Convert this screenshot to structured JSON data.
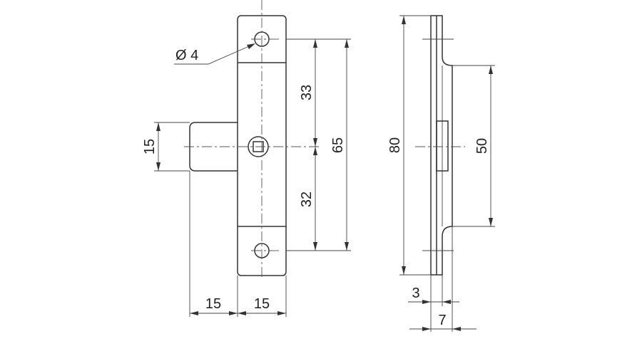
{
  "front_view": {
    "hole_diameter_label": "Ø 4",
    "dim_33": "33",
    "dim_32": "32",
    "dim_65": "65",
    "dim_15_height": "15",
    "dim_15_bolt": "15",
    "dim_15_plate": "15"
  },
  "side_view": {
    "dim_80": "80",
    "dim_50": "50",
    "dim_3": "3",
    "dim_7": "7"
  },
  "colors": {
    "line": "#333333",
    "background": "#ffffff"
  }
}
